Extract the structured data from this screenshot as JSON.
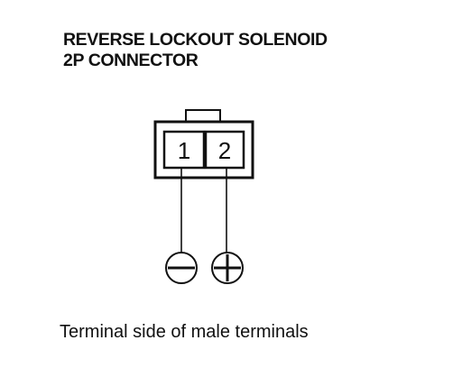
{
  "title": {
    "line1": "REVERSE LOCKOUT SOLENOID",
    "line2": "2P CONNECTOR"
  },
  "connector": {
    "pins": [
      {
        "number": "1",
        "polarity": "negative",
        "symbol": "minus-icon"
      },
      {
        "number": "2",
        "polarity": "positive",
        "symbol": "plus-icon"
      }
    ]
  },
  "caption": "Terminal side of male terminals",
  "colors": {
    "line": "#111111",
    "background": "#ffffff"
  }
}
